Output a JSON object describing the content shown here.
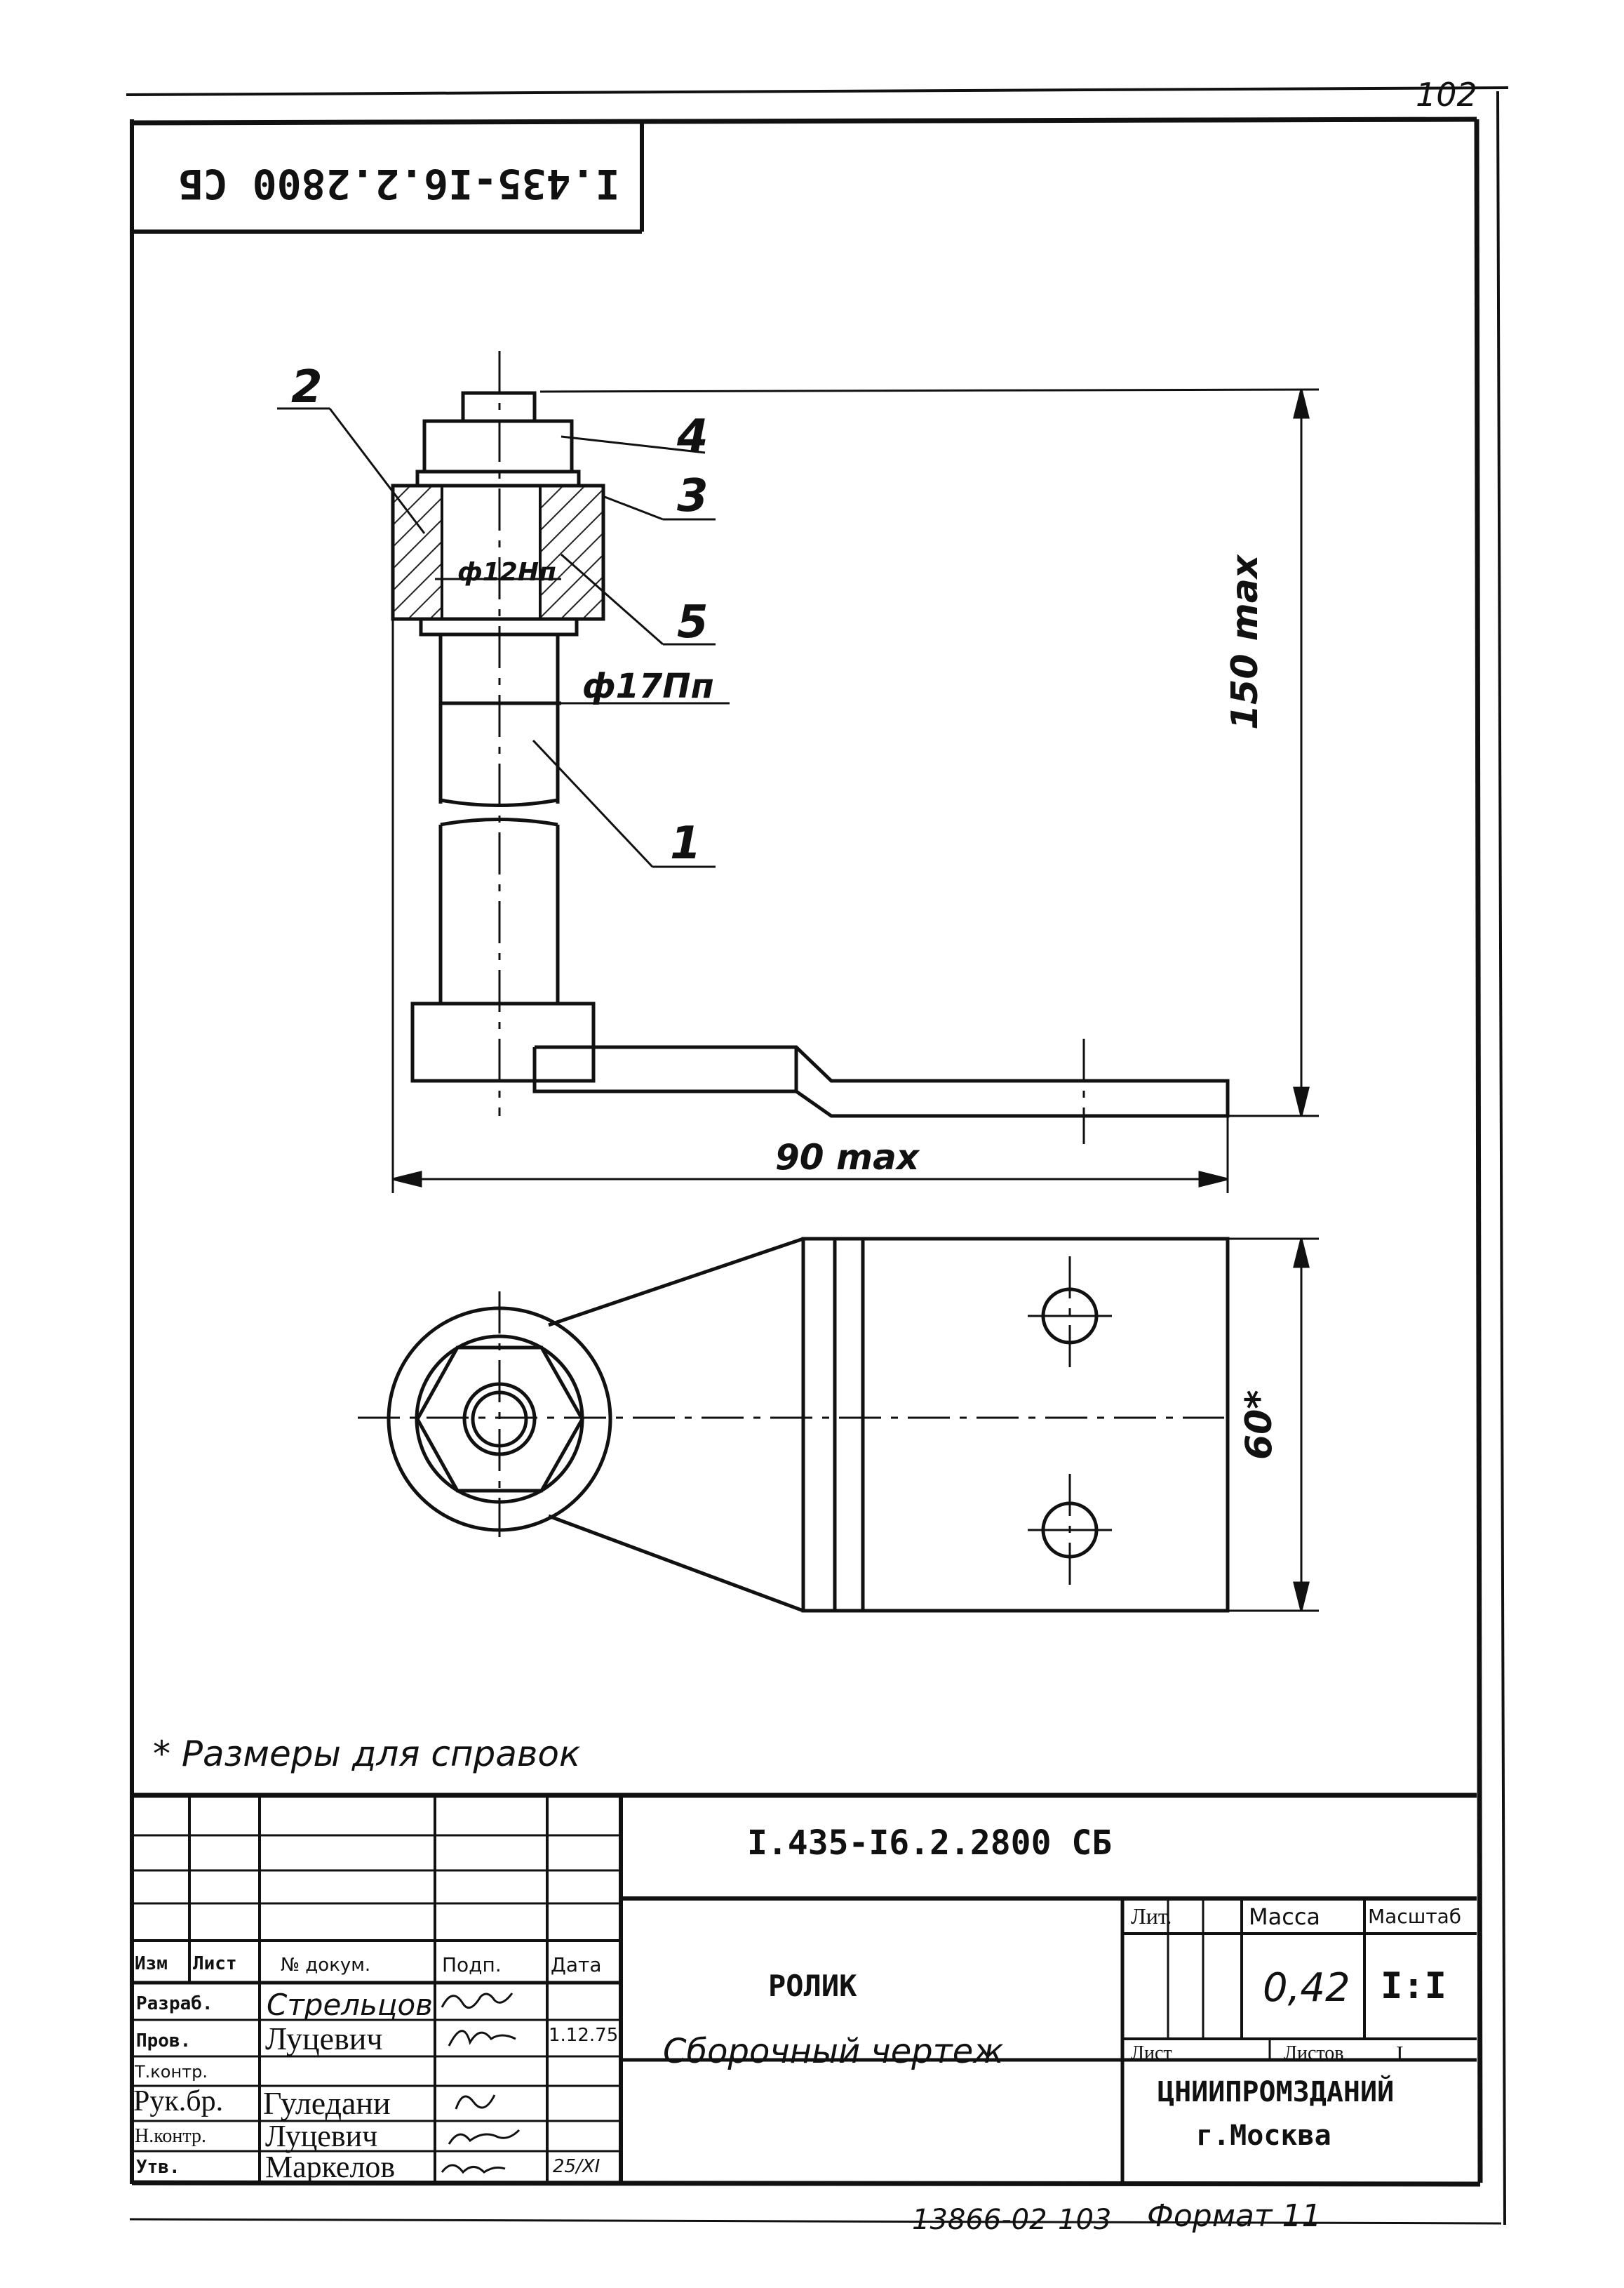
{
  "sheet_number": "102",
  "top_code": "I.435-I6.2.2800 СБ",
  "callouts": [
    "1",
    "2",
    "3",
    "4",
    "5"
  ],
  "dims": {
    "d_inner": "ф12Нп",
    "d_outer": "ф17Пп",
    "height": "150 max",
    "width": "90 max",
    "plan_height": "60*"
  },
  "note": "* Размеры для справок",
  "title_block": {
    "code": "I.435-I6.2.2800 СБ",
    "name": "РОЛИК",
    "subtitle": "Сборочный чертеж",
    "lit_label": "Лит.",
    "mass_label": "Масса",
    "scale_label": "Масштаб",
    "mass": "0,42",
    "scale": "I:I",
    "sheet_label": "Лист",
    "sheets_label": "Листов",
    "sheets_value": "I",
    "org": "ЦНИИПРОМЗДАНИЙ",
    "city": "г.Москва",
    "head": {
      "izm": "Изм",
      "list": "Лист",
      "doc": "№ докум.",
      "sign": "Подп.",
      "date": "Дата"
    },
    "staff": [
      {
        "role": "Разраб.",
        "name": "Стрельцов",
        "date": ""
      },
      {
        "role": "Пров.",
        "name": "Луцевич",
        "date": "1.12.75"
      },
      {
        "role": "Т.контр.",
        "name": "",
        "date": ""
      },
      {
        "role": "Рук.бр.",
        "name": "Гуледани",
        "date": ""
      },
      {
        "role": "Н.контр.",
        "name": "Луцевич",
        "date": ""
      },
      {
        "role": "Утв.",
        "name": "Маркелов",
        "date": "25/ХI"
      }
    ]
  },
  "bottom_code": "13866-02",
  "bottom_page": "103",
  "format_label": "Формат 11"
}
